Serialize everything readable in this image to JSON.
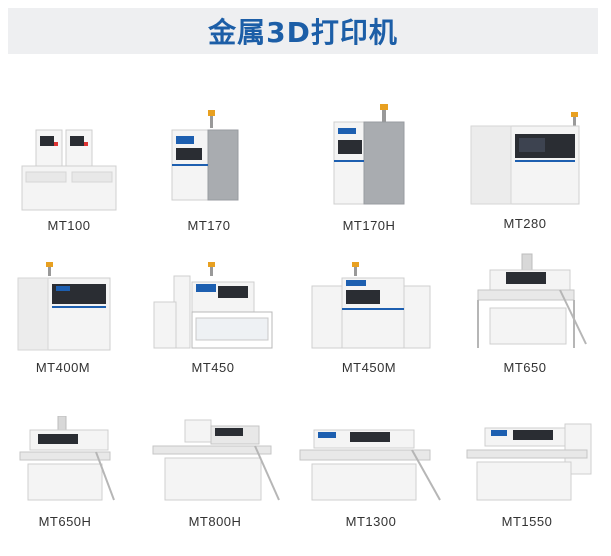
{
  "header": {
    "title": "金属3D打印机"
  },
  "products": [
    {
      "name": "MT100"
    },
    {
      "name": "MT170"
    },
    {
      "name": "MT170H"
    },
    {
      "name": "MT280"
    },
    {
      "name": "MT400M"
    },
    {
      "name": "MT450"
    },
    {
      "name": "MT450M"
    },
    {
      "name": "MT650"
    },
    {
      "name": "MT650H"
    },
    {
      "name": "MT800H"
    },
    {
      "name": "MT1300"
    },
    {
      "name": "MT1550"
    }
  ],
  "colors": {
    "title": "#1c5ea7",
    "title_bg": "#eeeff1",
    "machine_body": "#f3f3f3",
    "panel_dark": "#2a2d33",
    "steel": "#a9acb0",
    "accent_stripe": "#1d5fb0"
  }
}
